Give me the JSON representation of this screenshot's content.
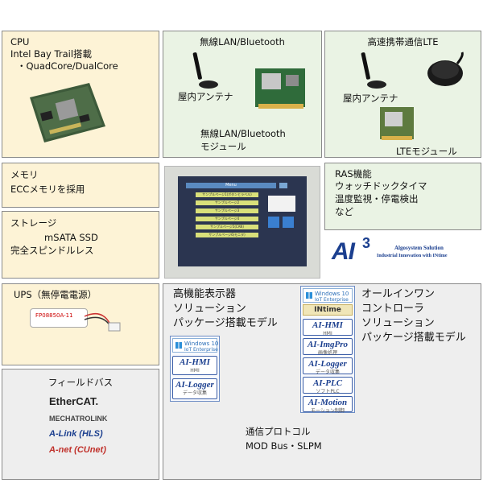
{
  "cpu": {
    "title": "CPU",
    "line1": "Intel Bay Trail搭載",
    "line2": "・QuadCore/DualCore"
  },
  "wireless": {
    "title": "無線LAN/Bluetooth",
    "antenna_label": "屋内アンテナ",
    "module_line1": "無線LAN/Bluetooth",
    "module_line2": "モジュール"
  },
  "lte": {
    "title": "高速携帯通信LTE",
    "antenna_label": "屋内アンテナ",
    "module_label": "LTEモジュール"
  },
  "memory": {
    "title": "メモリ",
    "line1": "ECCメモリを採用"
  },
  "storage": {
    "title": "ストレージ",
    "line1": "mSATA SSD",
    "line2": "完全スピンドルレス"
  },
  "ras": {
    "title": "RAS機能",
    "line1": "ウォッチドックタイマ",
    "line2": "温度監視・停電検出",
    "line3": "など"
  },
  "logo": {
    "mark": "AI",
    "sup": "3",
    "sub1": "Algosystem Solution",
    "sub2": "Industrial Innovation with INtime"
  },
  "ups": {
    "title": "UPS（無停電電源）",
    "battery_label": "FP08850A-11"
  },
  "fieldbus": {
    "title": "フィールドバス",
    "items": [
      "EtherCAT.",
      "MECHATROLINK",
      "A-Link (HLS)",
      "A-net (CUnet)"
    ]
  },
  "hmi_solution": {
    "line1": "高機能表示器",
    "line2": "ソリューション",
    "line3": "パッケージ搭載モデル",
    "win_line1": "Windows 10",
    "win_line2": "IoT Enterprise",
    "pkg1": {
      "name": "AI-HMI",
      "sub": "HMI"
    },
    "pkg2": {
      "name": "AI-Logger",
      "sub": "データ収集"
    }
  },
  "allinone": {
    "line1": "オールインワン",
    "line2": "コントローラ",
    "line3": "ソリューション",
    "line4": "パッケージ搭載モデル",
    "win_line1": "Windows 10",
    "win_line2": "IoT Enterprise",
    "intime": "INtime",
    "pkgs": [
      {
        "name": "AI-HMI",
        "sub": "HMI"
      },
      {
        "name": "AI-ImgPro",
        "sub": "画像処理"
      },
      {
        "name": "AI-Logger",
        "sub": "データ収集"
      },
      {
        "name": "AI-PLC",
        "sub": "ソフトPLC"
      },
      {
        "name": "AI-Motion",
        "sub": "モーション制御"
      }
    ]
  },
  "protocol": {
    "title": "通信プロトコル",
    "line1": "MOD Bus・SLPM"
  },
  "panel": {
    "header": "Menu",
    "items": [
      "サンプルページ1(ボタンとラベル)",
      "サンプルページ2",
      "サンプルページ3",
      "サンプルページ4",
      "サンプルページ5(CAN)",
      "サンプルページ6(モニタ)"
    ]
  },
  "colors": {
    "cream": "#fdf3d6",
    "mint": "#eaf3e4",
    "grey": "#eeeeee",
    "logo_blue": "#1b3f8f"
  }
}
